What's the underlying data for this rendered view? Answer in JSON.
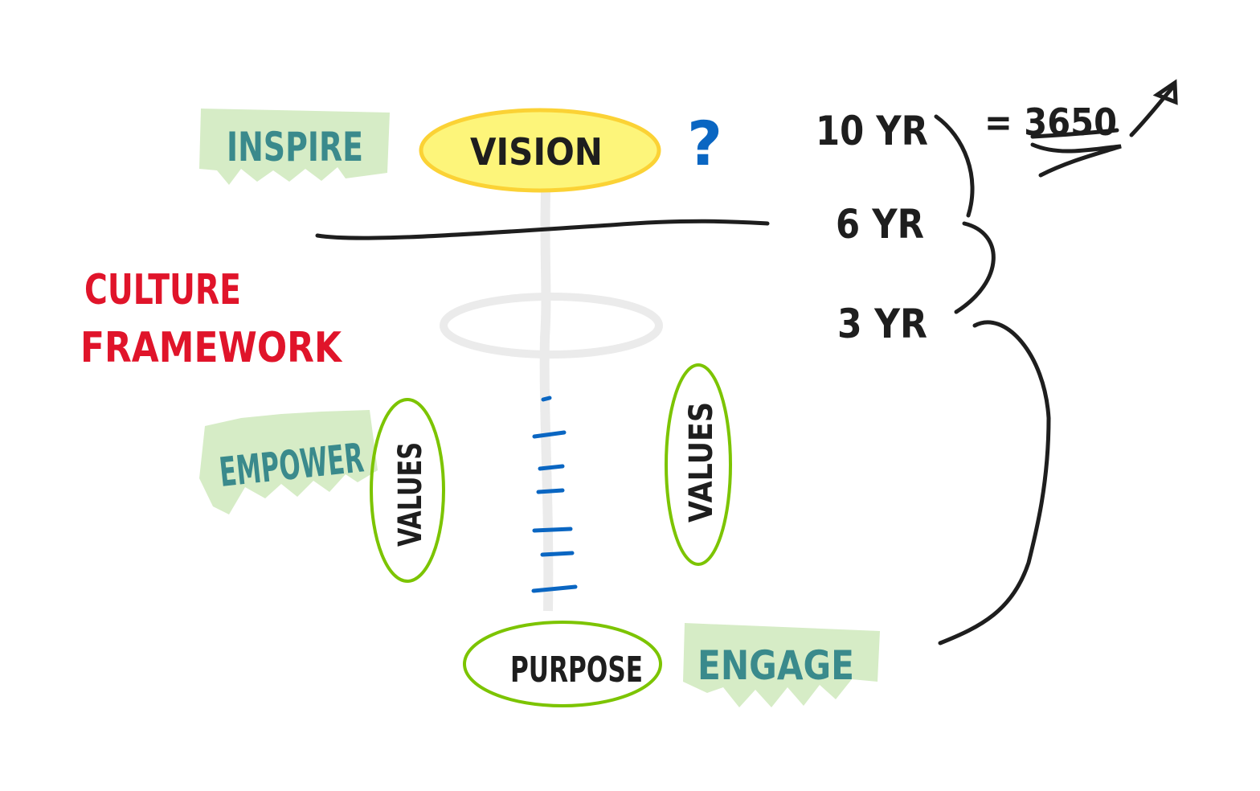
{
  "colors": {
    "ink": "#1e1e1e",
    "teal": "#3a8a8c",
    "highlight_green": "#d6ecc6",
    "vision_fill": "#fdf57a",
    "vision_border": "#fbd235",
    "red": "#e0142a",
    "blue": "#0a66c2",
    "ellipse_green": "#7cc400",
    "faint_grey": "#ebebeb"
  },
  "labels": {
    "inspire": "INSPIRE",
    "vision": "VISION",
    "question": "?",
    "ten_yr": "10 YR",
    "equals_value": "= 3650",
    "six_yr": "6 YR",
    "three_yr": "3 YR",
    "title_line1": "CULTURE",
    "title_line2": "FRAMEWORK",
    "empower": "EMPOWER",
    "values_left": "VALUES",
    "values_right": "VALUES",
    "purpose": "PURPOSE",
    "engage": "ENGAGE"
  }
}
